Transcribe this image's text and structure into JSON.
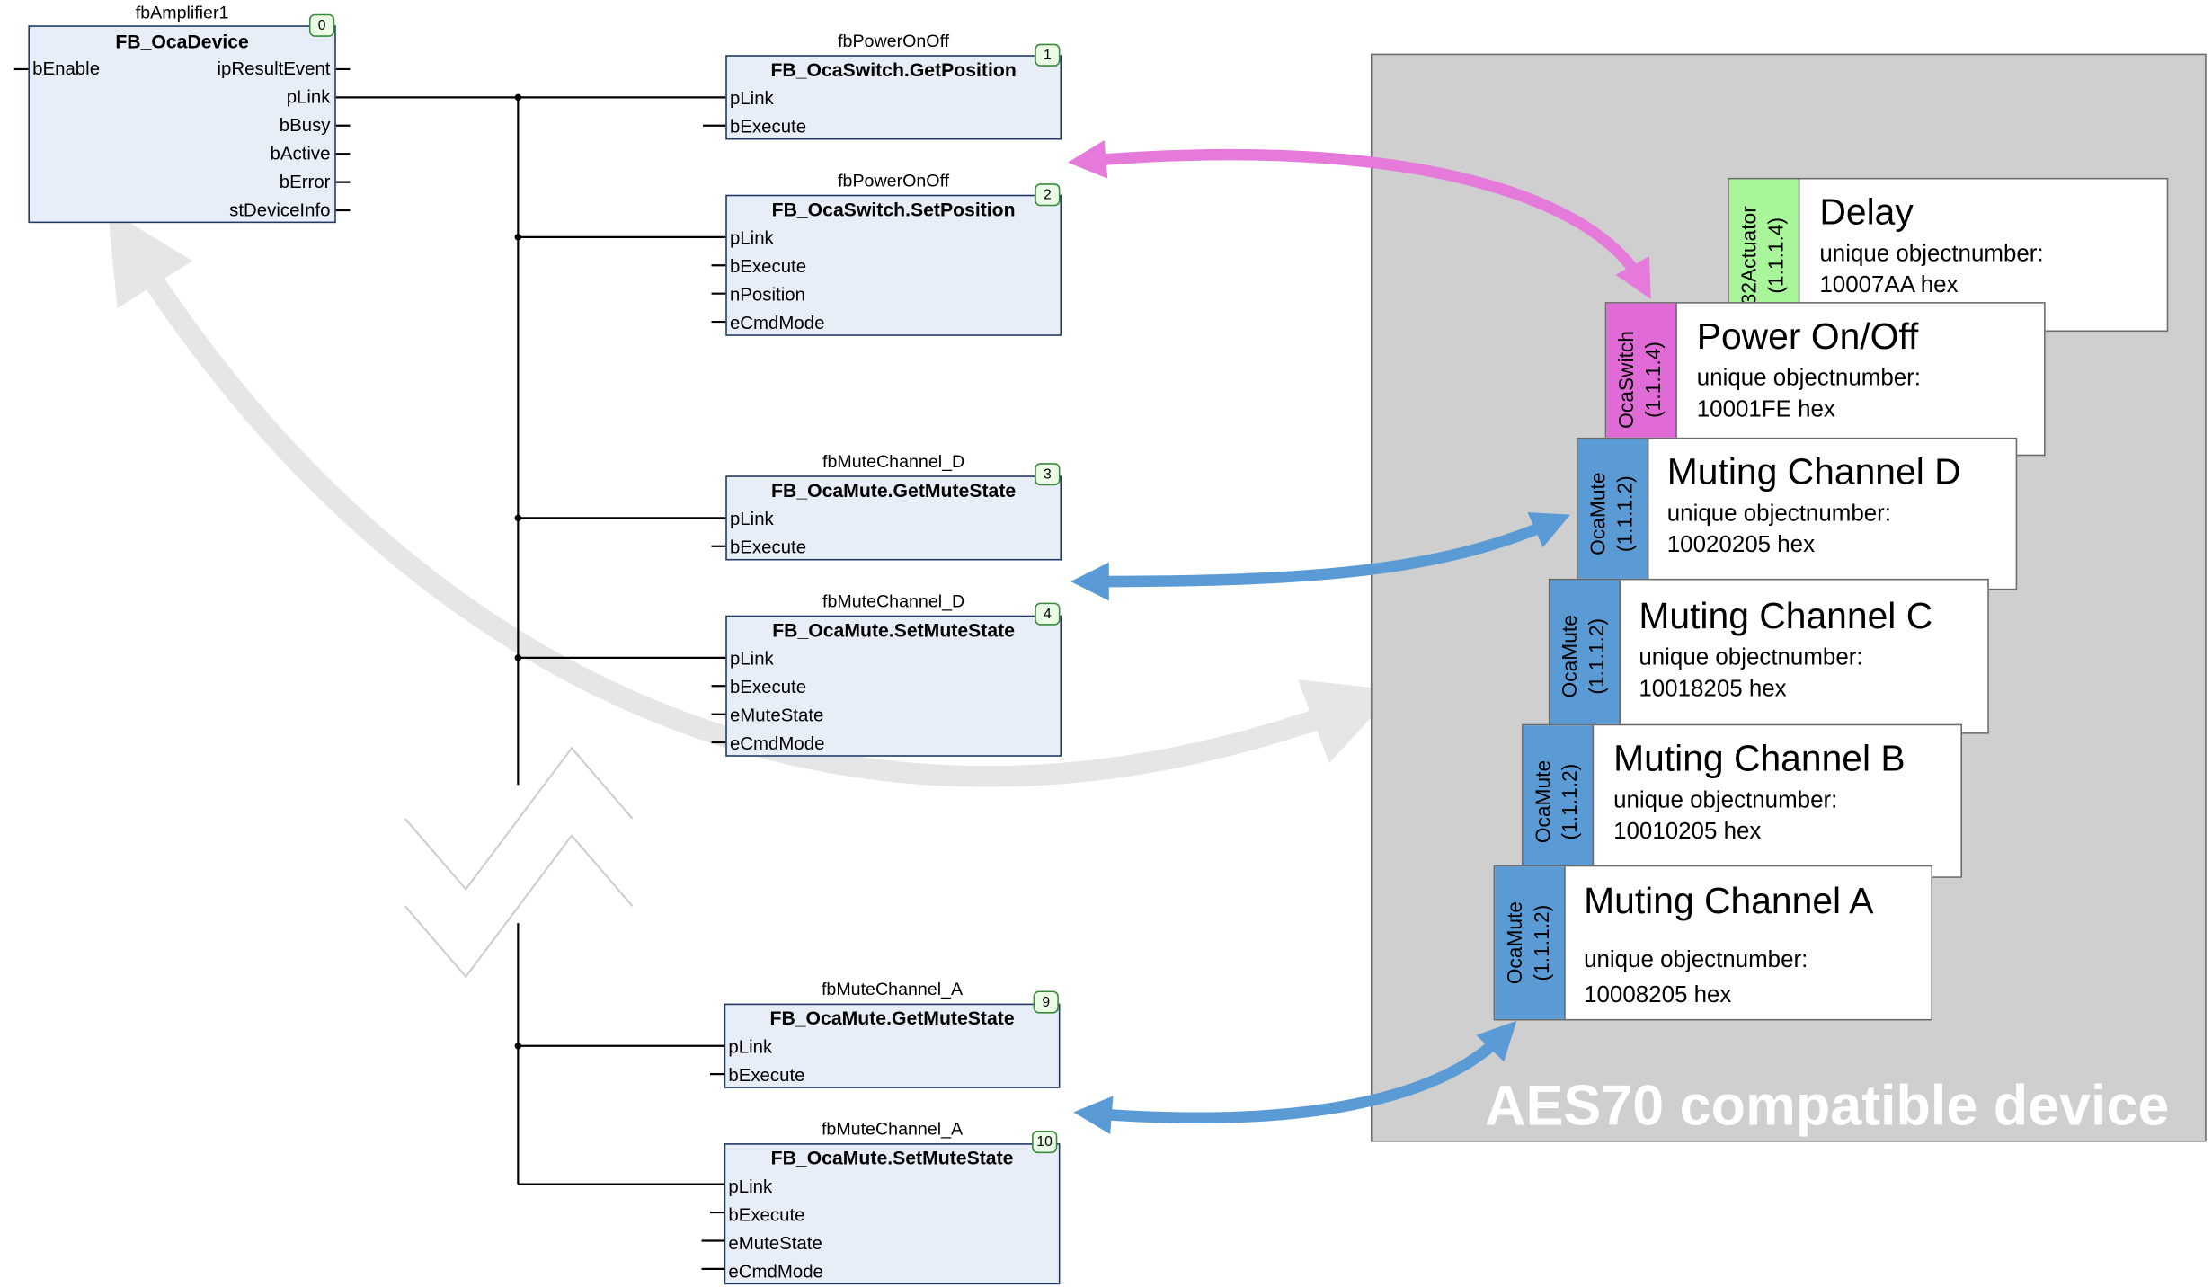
{
  "function_blocks": [
    {
      "id": "amp",
      "instance": "fbAmplifier1",
      "type": "FB_OcaDevice",
      "badge": "0",
      "inputs": [
        "bEnable"
      ],
      "outputs": [
        "ipResultEvent",
        "pLink",
        "bBusy",
        "bActive",
        "bError",
        "stDeviceInfo"
      ]
    },
    {
      "id": "pwr_get",
      "instance": "fbPowerOnOff",
      "type": "FB_OcaSwitch.GetPosition",
      "badge": "1",
      "inputs": [
        "pLink",
        "bExecute"
      ]
    },
    {
      "id": "pwr_set",
      "instance": "fbPowerOnOff",
      "type": "FB_OcaSwitch.SetPosition",
      "badge": "2",
      "inputs": [
        "pLink",
        "bExecute",
        "nPosition",
        "eCmdMode"
      ]
    },
    {
      "id": "md_get",
      "instance": "fbMuteChannel_D",
      "type": "FB_OcaMute.GetMuteState",
      "badge": "3",
      "inputs": [
        "pLink",
        "bExecute"
      ]
    },
    {
      "id": "md_set",
      "instance": "fbMuteChannel_D",
      "type": "FB_OcaMute.SetMuteState",
      "badge": "4",
      "inputs": [
        "pLink",
        "bExecute",
        "eMuteState",
        "eCmdMode"
      ]
    },
    {
      "id": "ma_get",
      "instance": "fbMuteChannel_A",
      "type": "FB_OcaMute.GetMuteState",
      "badge": "9",
      "inputs": [
        "pLink",
        "bExecute"
      ]
    },
    {
      "id": "ma_set",
      "instance": "fbMuteChannel_A",
      "type": "FB_OcaMute.SetMuteState",
      "badge": "10",
      "inputs": [
        "pLink",
        "bExecute",
        "eMuteState",
        "eCmdMode"
      ]
    }
  ],
  "device": {
    "label": "AES70 compatible device",
    "objects": [
      {
        "id": "delay",
        "class": "32Actuator",
        "path": "(1.1.1.4)",
        "title": "Delay",
        "sub1": "unique objectnumber:",
        "sub2": "10007AA hex",
        "color": "#a9f59a"
      },
      {
        "id": "power",
        "class": "OcaSwitch",
        "path": "(1.1.1.4)",
        "title": "Power On/Off",
        "sub1": "unique objectnumber:",
        "sub2": "10001FE hex",
        "color": "#e06ad6"
      },
      {
        "id": "mute_d",
        "class": "OcaMute",
        "path": "(1.1.1.2)",
        "title": "Muting Channel D",
        "sub1": "unique objectnumber:",
        "sub2": "10020205 hex",
        "color": "#5b9bd5"
      },
      {
        "id": "mute_c",
        "class": "OcaMute",
        "path": "(1.1.1.2)",
        "title": "Muting Channel C",
        "sub1": "unique objectnumber:",
        "sub2": "10018205 hex",
        "color": "#5b9bd5"
      },
      {
        "id": "mute_b",
        "class": "OcaMute",
        "path": "(1.1.1.2)",
        "title": "Muting Channel B",
        "sub1": "unique objectnumber:",
        "sub2": "10010205 hex",
        "color": "#5b9bd5"
      },
      {
        "id": "mute_a",
        "class": "OcaMute",
        "path": "(1.1.1.2)",
        "title": "Muting Channel A",
        "sub1": "unique  objectnumber:",
        "sub2": "10008205 hex",
        "color": "#5b9bd5"
      }
    ]
  },
  "colors": {
    "pink_arrow": "#e57adb",
    "blue_arrow": "#5b9bd5",
    "grey_arrow": "#e6e6e6",
    "wire": "#000000"
  }
}
